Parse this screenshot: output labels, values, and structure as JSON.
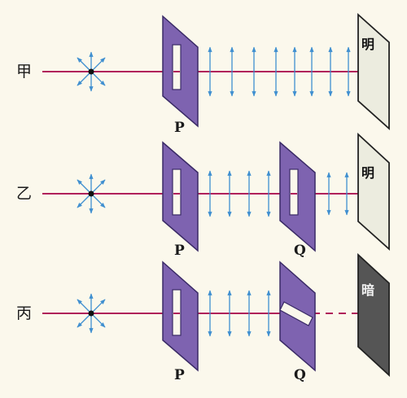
{
  "rows": [
    {
      "label": "甲",
      "polarizers": [
        {
          "label": "P",
          "slit": "vertical"
        }
      ],
      "screen": {
        "text": "明",
        "state": "bright"
      },
      "beam_passes": true
    },
    {
      "label": "乙",
      "polarizers": [
        {
          "label": "P",
          "slit": "vertical"
        },
        {
          "label": "Q",
          "slit": "vertical"
        }
      ],
      "screen": {
        "text": "明",
        "state": "bright"
      },
      "beam_passes": true
    },
    {
      "label": "丙",
      "polarizers": [
        {
          "label": "P",
          "slit": "vertical"
        },
        {
          "label": "Q",
          "slit": "tilted"
        }
      ],
      "screen": {
        "text": "暗",
        "state": "dark"
      },
      "beam_passes": false
    }
  ],
  "colors": {
    "background": "#fbf8ec",
    "beam": "#b0205a",
    "arrow": "#3f8fd0",
    "polarizer_fill": "#7e63b0",
    "polarizer_edge": "#3a2a66",
    "screen_bright": "#ececdf",
    "screen_dark": "#555555"
  }
}
